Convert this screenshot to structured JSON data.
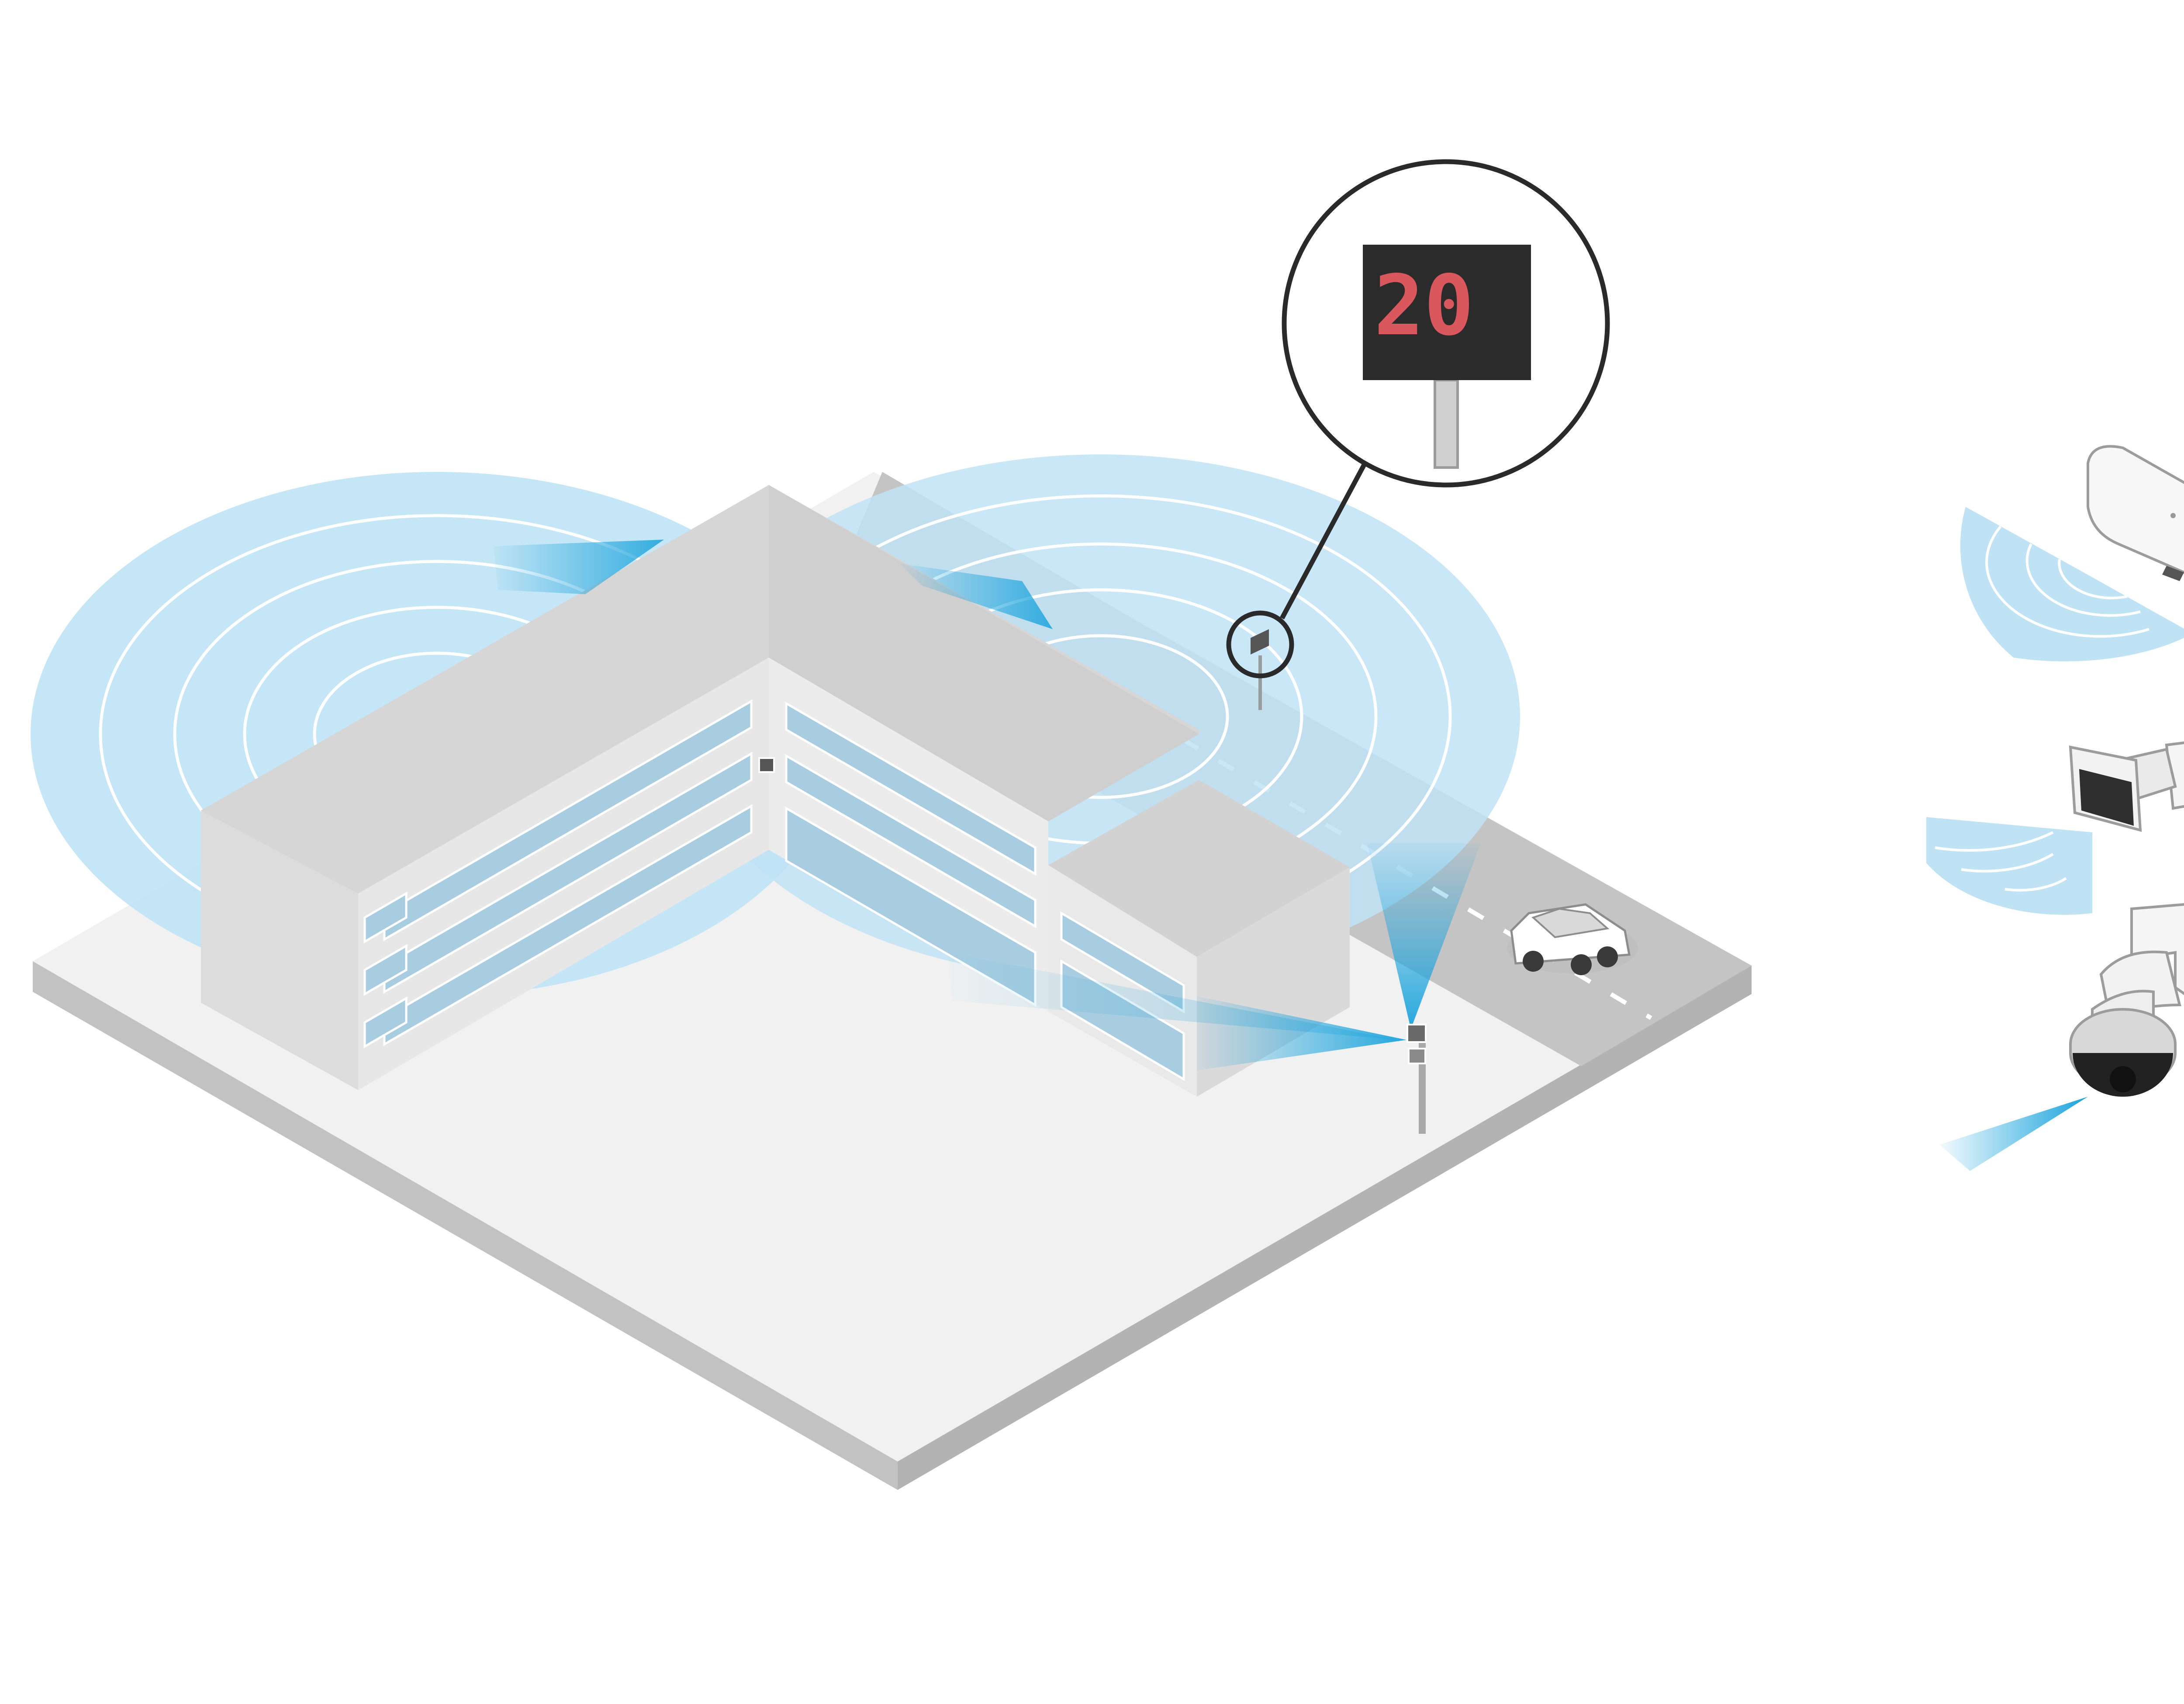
{
  "speed_sign": {
    "display_value": "20",
    "display_color": "#d9585e",
    "panel_color": "#2b2b2b"
  },
  "colors": {
    "coverage_fill": "#bfe3f5",
    "coverage_ring": "#ffffff",
    "beam": "#1aa3dc",
    "ground": "#f1f1f1",
    "ground_edge": "#c2c2c3",
    "building_roof": "#d6d6d7",
    "building_wall": "#e4e4e5",
    "road": "#c4c4c5"
  },
  "legend": {
    "items": [
      {
        "icon": "radar-sensor-icon",
        "coverage": "radar-arc"
      },
      {
        "icon": "box-camera-icon",
        "coverage": "radar-arc"
      },
      {
        "icon": "ptz-dome-camera-icon",
        "coverage": "camera-beam"
      }
    ]
  }
}
